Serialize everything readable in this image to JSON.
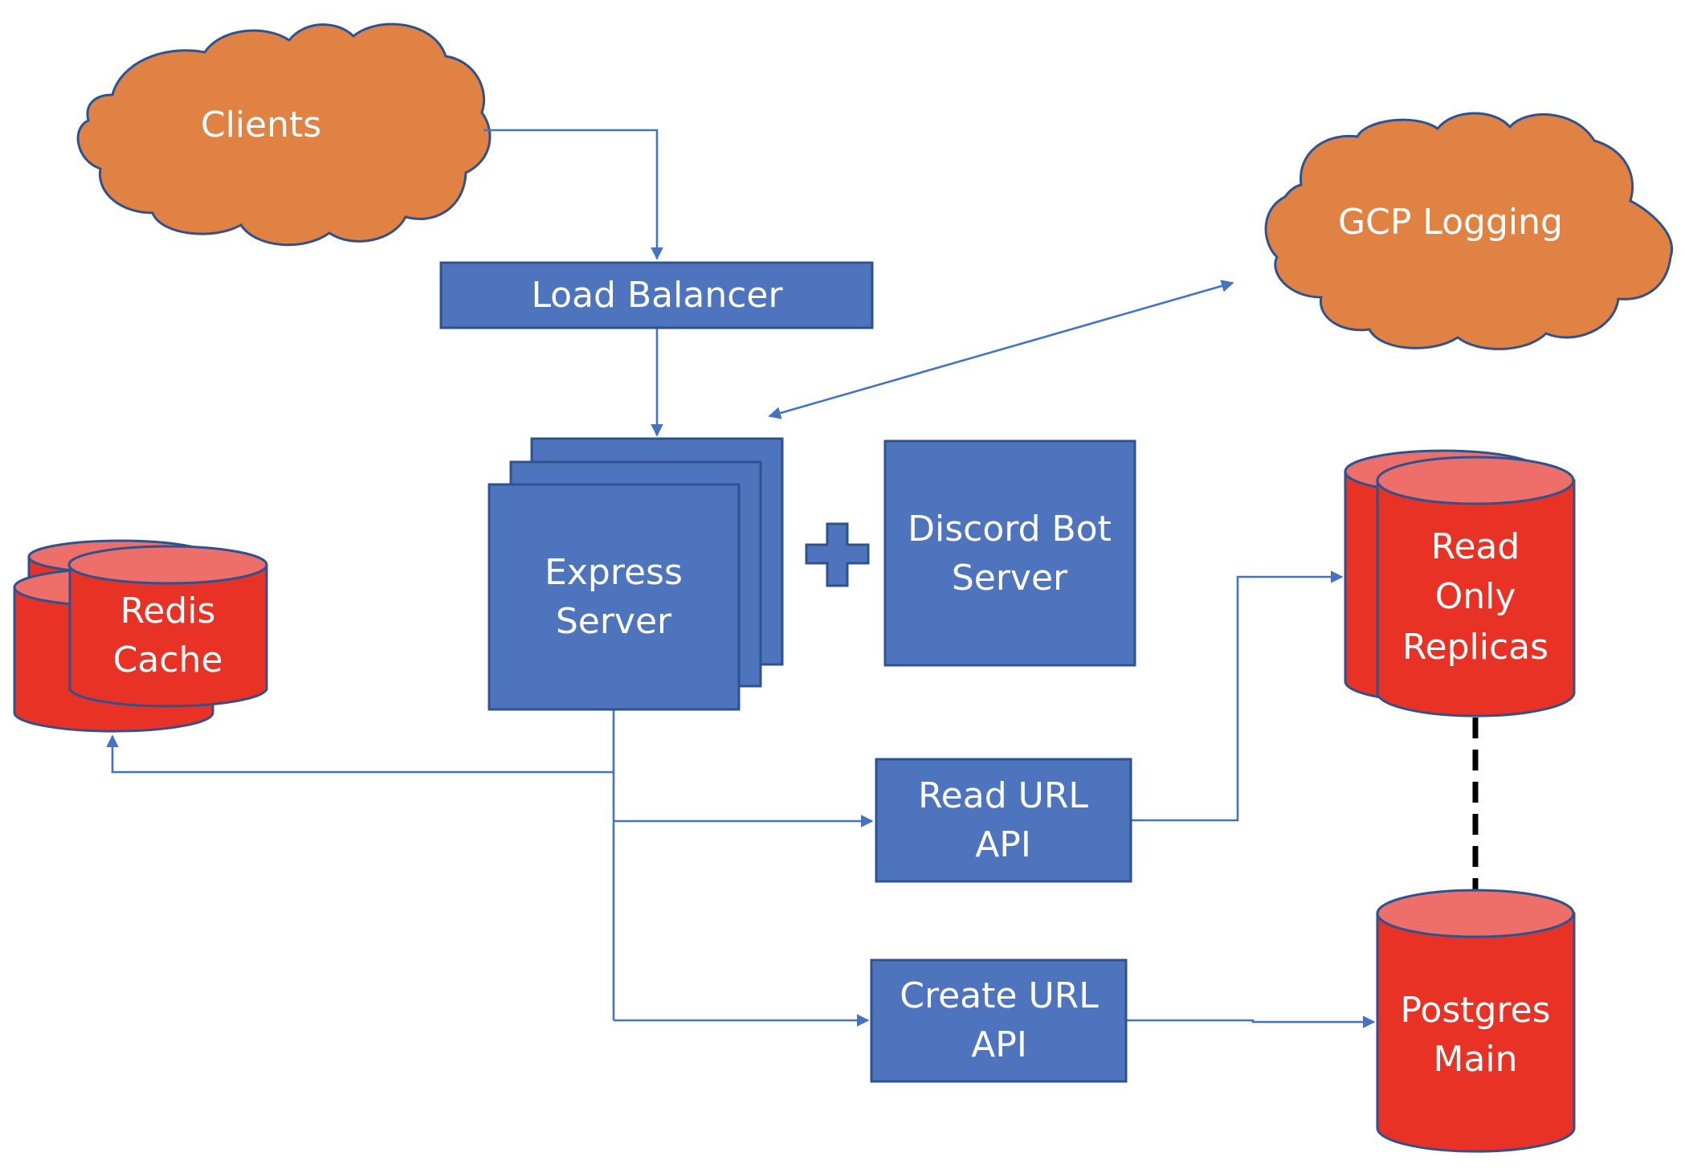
{
  "diagram": {
    "nodes": {
      "clients": {
        "label": "Clients",
        "shape": "cloud",
        "color": "#e08244"
      },
      "gcp_logging": {
        "label": "GCP Logging",
        "shape": "cloud",
        "color": "#e08244"
      },
      "load_balancer": {
        "label": "Load Balancer",
        "shape": "rectangle",
        "color": "#4e74bd"
      },
      "express_server": {
        "lines": [
          "Express",
          "Server"
        ],
        "shape": "stacked-rectangles",
        "color": "#4e74bd"
      },
      "plus": {
        "symbol": "plus"
      },
      "discord_bot_server": {
        "lines": [
          "Discord Bot",
          "Server"
        ],
        "shape": "rectangle",
        "color": "#4e74bd"
      },
      "redis_cache": {
        "lines": [
          "Redis",
          "Cache"
        ],
        "shape": "stacked-cylinders",
        "color": "#e83225"
      },
      "read_url_api": {
        "lines": [
          "Read URL",
          "API"
        ],
        "shape": "rectangle",
        "color": "#4e74bd"
      },
      "create_url_api": {
        "lines": [
          "Create URL",
          "API"
        ],
        "shape": "rectangle",
        "color": "#4e74bd"
      },
      "read_only_replicas": {
        "lines": [
          "Read",
          "Only",
          "Replicas"
        ],
        "shape": "stacked-cylinders",
        "color": "#e83225"
      },
      "postgres_main": {
        "lines": [
          "Postgres",
          "Main"
        ],
        "shape": "cylinder",
        "color": "#e83225"
      }
    },
    "edges": [
      {
        "from": "Clients",
        "to": "Load Balancer",
        "style": "arrow"
      },
      {
        "from": "Load Balancer",
        "to": "Express Server",
        "style": "arrow"
      },
      {
        "from": "Express Server",
        "to": "GCP Logging",
        "style": "double-arrow"
      },
      {
        "from": "Express Server",
        "to": "Redis Cache",
        "style": "arrow"
      },
      {
        "from": "Express Server",
        "to": "Read URL API",
        "style": "arrow"
      },
      {
        "from": "Express Server",
        "to": "Create URL API",
        "style": "arrow"
      },
      {
        "from": "Read URL API",
        "to": "Read Only Replicas",
        "style": "arrow"
      },
      {
        "from": "Create URL API",
        "to": "Postgres Main",
        "style": "arrow"
      },
      {
        "from": "Read Only Replicas",
        "to": "Postgres Main",
        "style": "dashed"
      }
    ],
    "colors": {
      "connector": "#4472c4",
      "outline": "#2f528f",
      "dashed_link": "#000000"
    }
  }
}
